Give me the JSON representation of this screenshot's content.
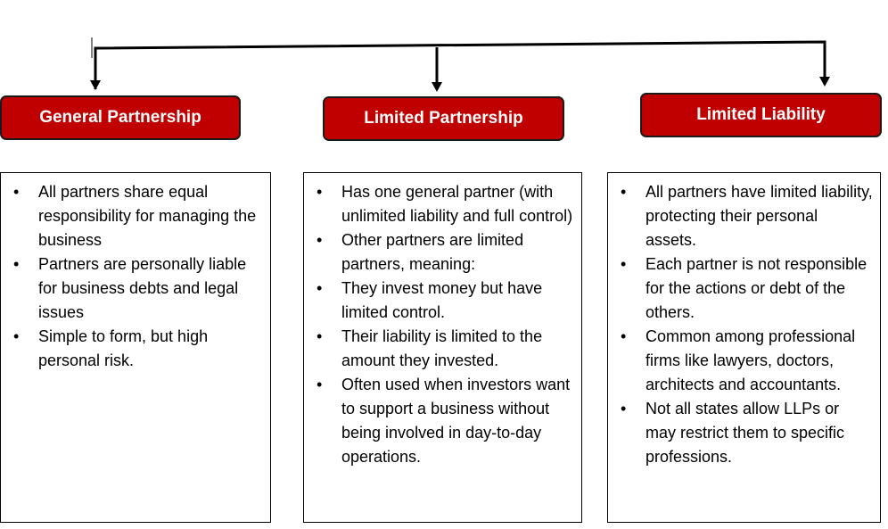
{
  "categories": [
    {
      "title": "General Partnership",
      "points": [
        "All partners share equal responsibility for managing the business",
        "Partners are personally liable for business debts and legal issues",
        "Simple to form, but high personal risk."
      ]
    },
    {
      "title": "Limited Partnership",
      "points": [
        "Has one general partner (with unlimited liability and full control)",
        "Other partners are limited partners, meaning:",
        "They invest money but have limited control.",
        "Their liability is limited to the amount they invested.",
        "Often used when investors want to support a business without being involved in day-to-day operations."
      ]
    },
    {
      "title": "Limited Liability",
      "points": [
        "All partners have limited liability, protecting their personal assets.",
        "Each partner is not responsible for the actions or debt of the others.",
        "Common among professional firms like lawyers, doctors, architects and accountants.",
        "Not all states allow LLPs or may restrict them to specific professions."
      ]
    }
  ],
  "colors": {
    "header": "#c00000"
  }
}
